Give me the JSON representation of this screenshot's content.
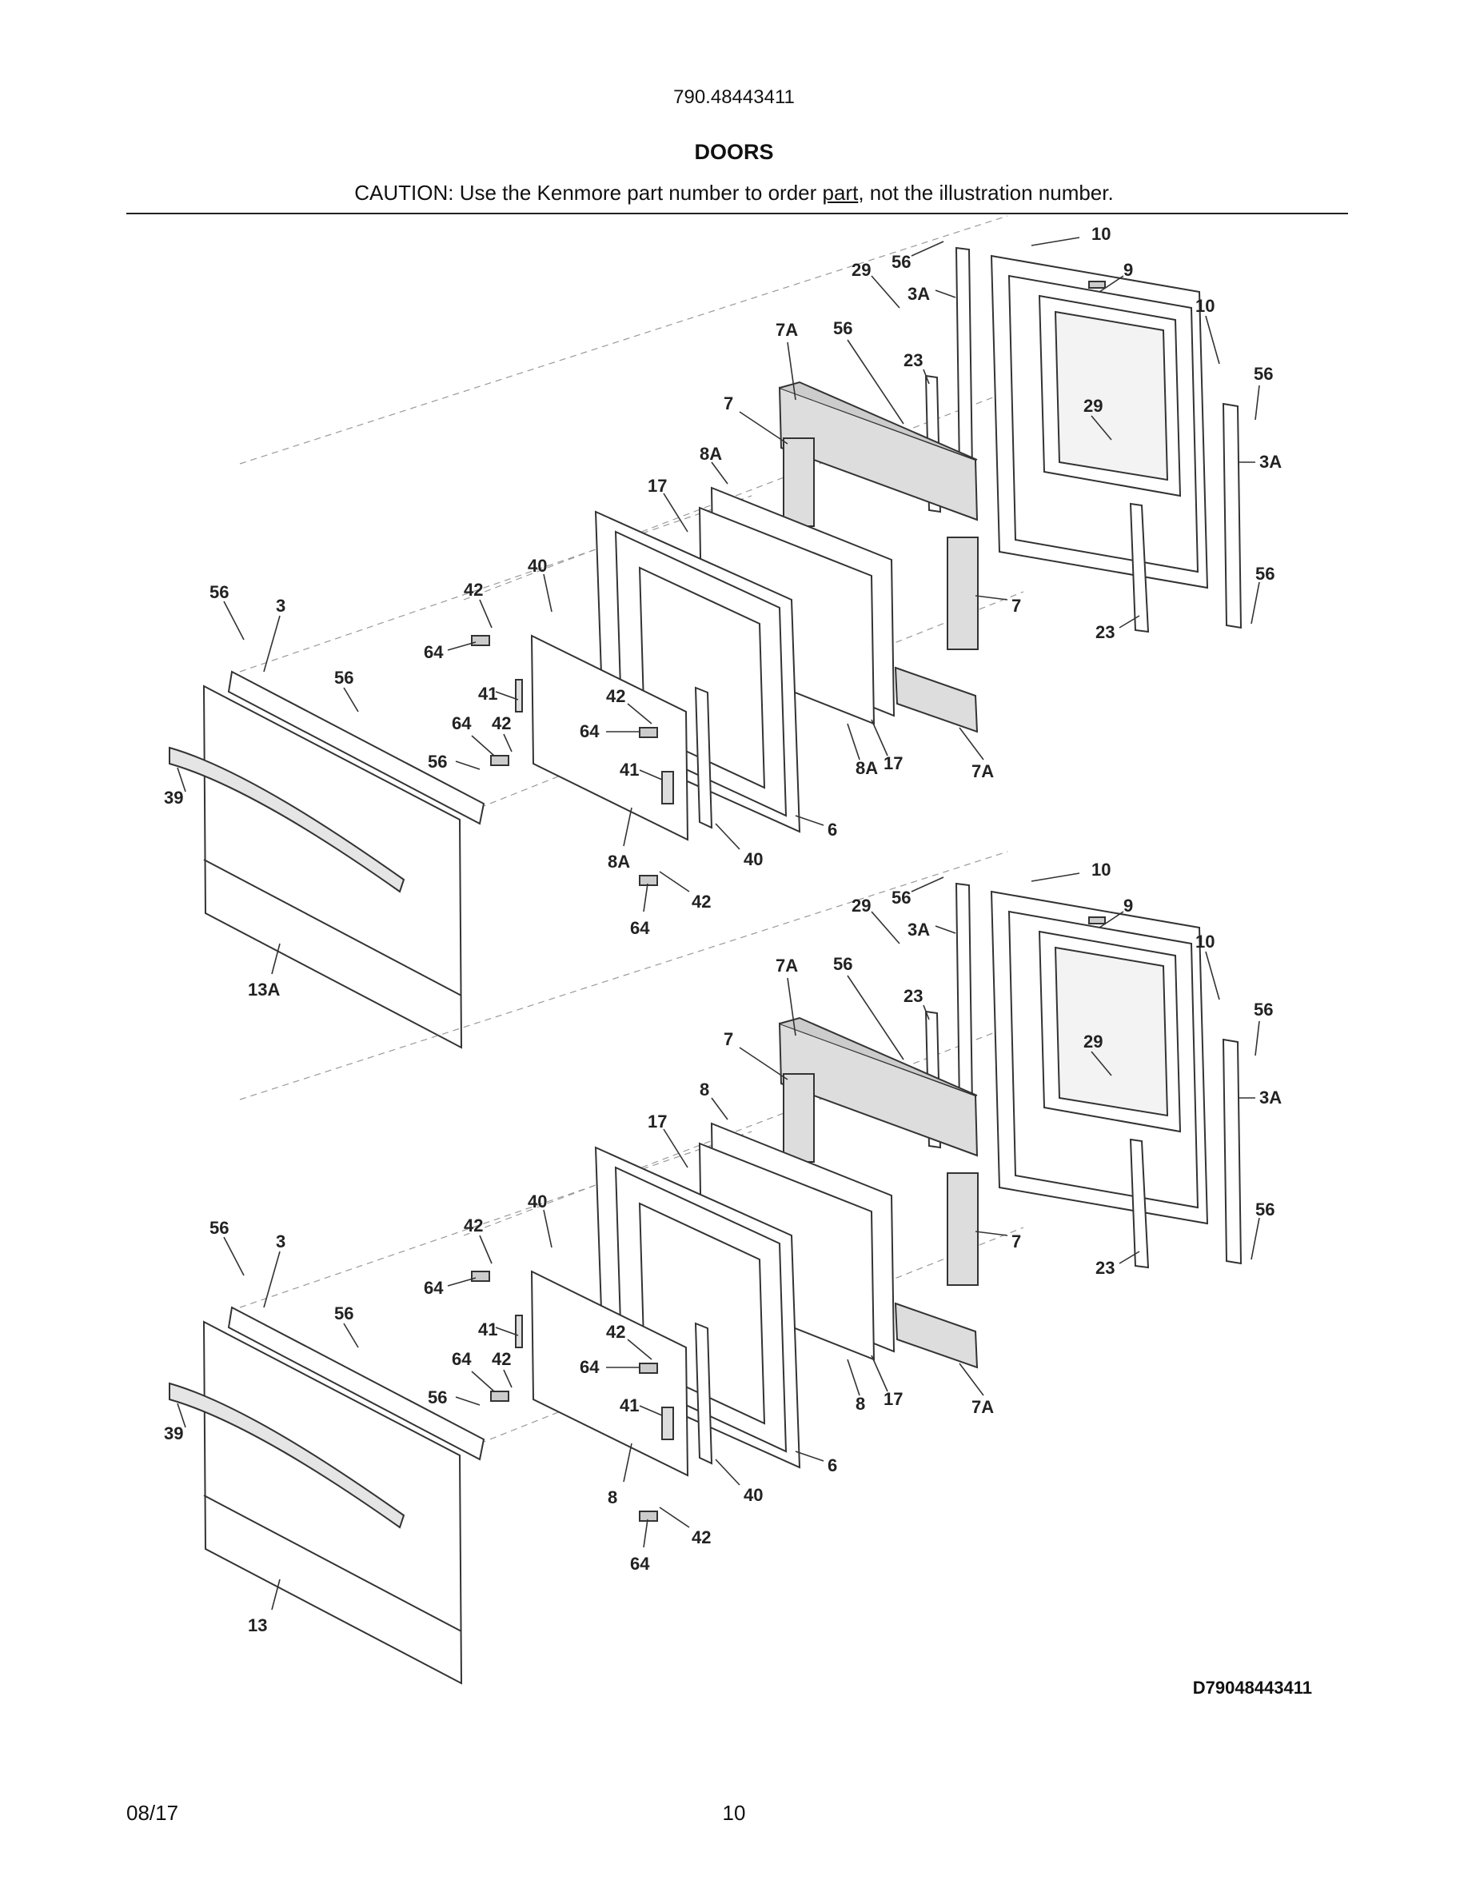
{
  "header": {
    "model_number": "790.48443411",
    "title": "DOORS",
    "caution_pre": "CAUTION: Use the Kenmore part number to order ",
    "caution_link": "part",
    "caution_post": ", not the illustration number."
  },
  "diagram_code": "D79048443411",
  "footer": {
    "date": "08/17",
    "page": "10"
  },
  "upper_door": {
    "labels": [
      "10",
      "56",
      "29",
      "9",
      "3A",
      "10",
      "7A",
      "56",
      "56",
      "23",
      "29",
      "7",
      "8A",
      "3A",
      "17",
      "40",
      "56",
      "3",
      "42",
      "7",
      "64",
      "56",
      "56",
      "23",
      "41",
      "42",
      "64",
      "42",
      "64",
      "8A",
      "17",
      "7A",
      "56",
      "41",
      "39",
      "6",
      "8A",
      "40",
      "42",
      "64",
      "13A"
    ]
  },
  "lower_door": {
    "labels": [
      "10",
      "56",
      "29",
      "9",
      "3A",
      "10",
      "7A",
      "56",
      "56",
      "23",
      "29",
      "7",
      "8",
      "3A",
      "17",
      "40",
      "56",
      "3",
      "42",
      "7",
      "64",
      "56",
      "56",
      "23",
      "41",
      "42",
      "64",
      "42",
      "64",
      "8",
      "17",
      "7A",
      "56",
      "41",
      "39",
      "6",
      "8",
      "40",
      "42",
      "64",
      "13"
    ]
  }
}
